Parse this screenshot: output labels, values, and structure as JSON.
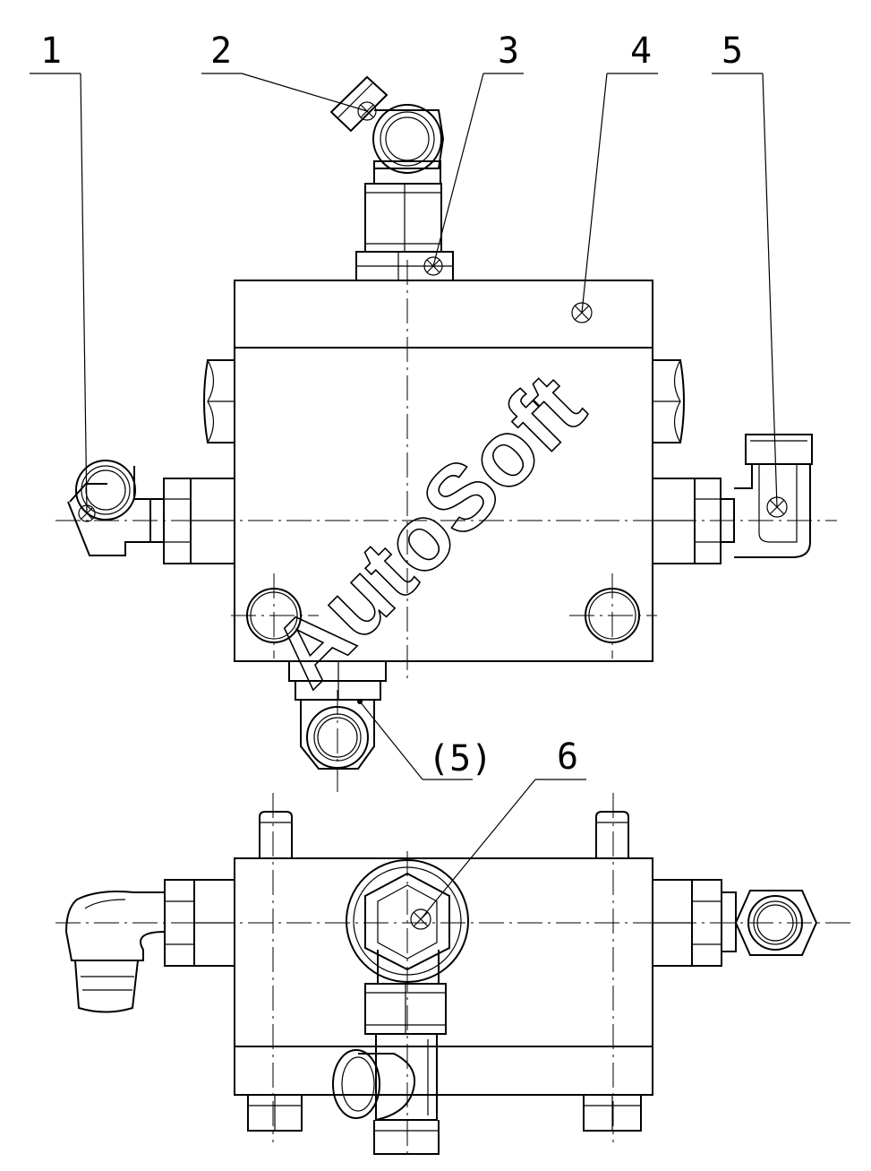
{
  "callouts": {
    "c1": "1",
    "c2": "2",
    "c3": "3",
    "c4": "4",
    "c5": "5",
    "c5_paren": "(5)",
    "c6": "6"
  },
  "watermark": "AutoSoft",
  "colors": {
    "line": "#000000",
    "background": "#ffffff"
  }
}
